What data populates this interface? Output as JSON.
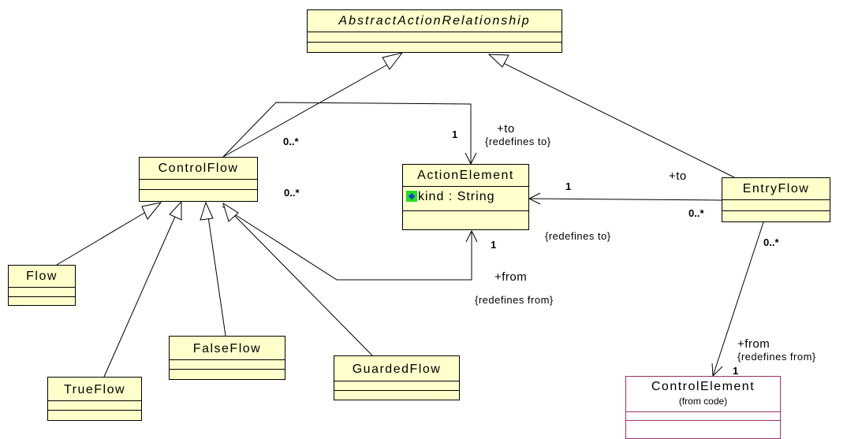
{
  "classes": {
    "abstract_action_relationship": {
      "name": "AbstractActionRelationship"
    },
    "control_flow": {
      "name": "ControlFlow"
    },
    "action_element": {
      "name": "ActionElement",
      "attribute": "kind : String",
      "attribute_icon": "attribute-visibility-icon"
    },
    "entry_flow": {
      "name": "EntryFlow"
    },
    "flow": {
      "name": "Flow"
    },
    "true_flow": {
      "name": "TrueFlow"
    },
    "false_flow": {
      "name": "FalseFlow"
    },
    "guarded_flow": {
      "name": "GuardedFlow"
    },
    "control_element": {
      "name": "ControlElement",
      "stereotype": "(from code)"
    }
  },
  "labels": {
    "cf_to_role": "+to",
    "cf_to_constraint": "{redefines to}",
    "cf_to_mult_source": "0..*",
    "cf_to_mult_target": "1",
    "cf_from_mult_source": "0..*",
    "cf_from_mult_target": "1",
    "cf_from_role": "+from",
    "cf_from_constraint": "{redefines from}",
    "ef_to_role": "+to",
    "ef_to_mult_target": "1",
    "ef_to_mult_source": "0..*",
    "ef_to_constraint": "{redefines to}",
    "ef_from_mult_source": "0..*",
    "ef_from_role": "+from",
    "ef_from_constraint": "{redefines from}",
    "ef_from_mult_target": "1"
  },
  "colors": {
    "class_fill": "#ffffcc",
    "external_border": "#a0306a",
    "attribute_icon_bg": "#22dd22",
    "attribute_icon_fg": "#1b3fc9"
  }
}
